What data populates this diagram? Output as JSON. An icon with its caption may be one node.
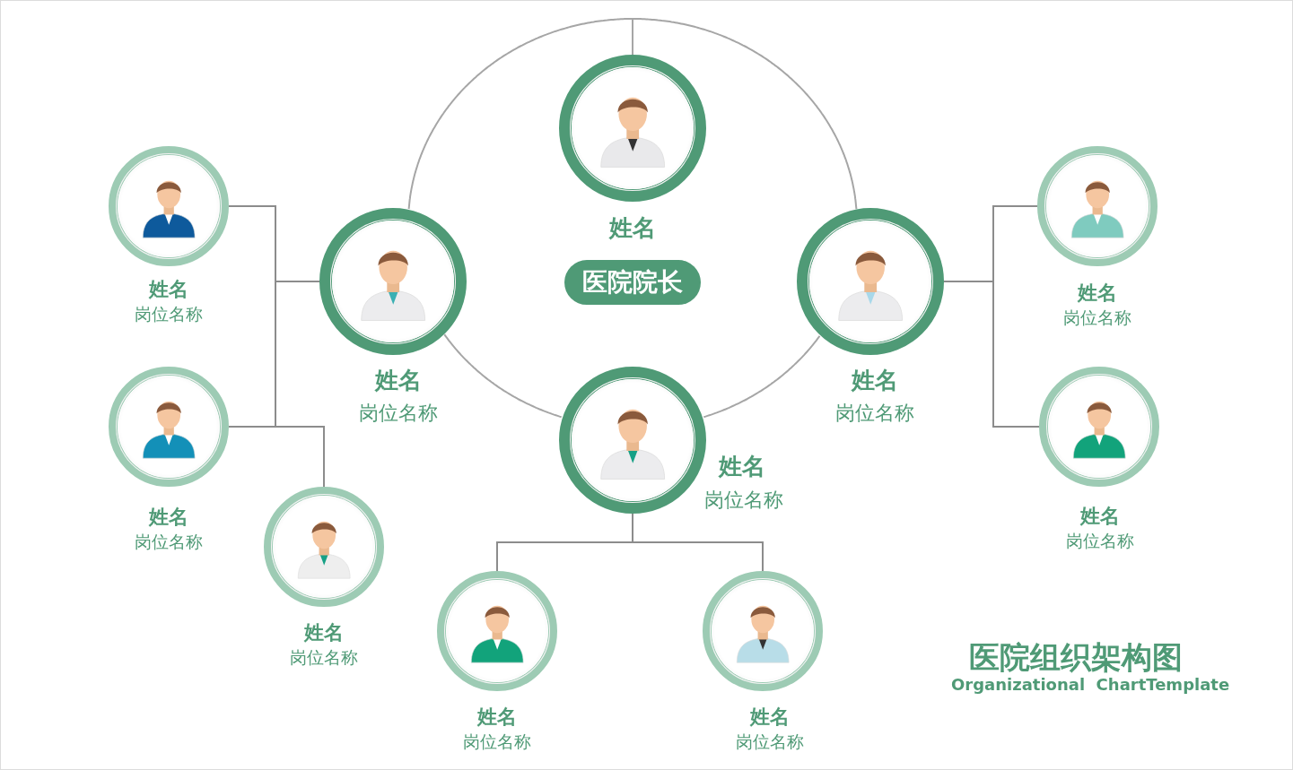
{
  "diagram": {
    "title": "医院组织架构图",
    "nodes": [
      {
        "text": [
          "姓名",
          "医院院长"
        ]
      },
      {
        "text": [
          "姓名",
          "岗位名称"
        ]
      },
      {
        "text": [
          "姓名",
          "岗位名称"
        ]
      },
      {
        "text": [
          "姓名",
          "岗位名称"
        ]
      },
      {
        "text": [
          "姓名",
          "岗位名称"
        ]
      },
      {
        "text": [
          "姓名",
          "岗位名称"
        ]
      },
      {
        "text": [
          "姓名",
          "岗位名称"
        ]
      },
      {
        "text": [
          "姓名",
          "岗位名称"
        ]
      },
      {
        "text": [
          "姓名",
          "岗位名称"
        ]
      },
      {
        "text": [
          "姓名",
          "岗位名称"
        ]
      },
      {
        "text": [
          "姓名",
          "岗位名称"
        ]
      }
    ],
    "edges": [
      {
        "from": 0,
        "to": 1,
        "arrow": "none"
      },
      {
        "from": 0,
        "to": 2,
        "arrow": "none"
      },
      {
        "from": 1,
        "to": 3,
        "arrow": "none"
      },
      {
        "from": 2,
        "to": 3,
        "arrow": "none"
      },
      {
        "from": 1,
        "to": 4,
        "arrow": "none"
      },
      {
        "from": 1,
        "to": 5,
        "arrow": "none"
      },
      {
        "from": 1,
        "to": 6,
        "arrow": "none"
      },
      {
        "from": 2,
        "to": 7,
        "arrow": "none"
      },
      {
        "from": 2,
        "to": 8,
        "arrow": "none"
      },
      {
        "from": 3,
        "to": 9,
        "arrow": "none"
      },
      {
        "from": 3,
        "to": 10,
        "arrow": "none"
      }
    ],
    "labels": [
      "Organizational  ChartTemplate"
    ]
  }
}
